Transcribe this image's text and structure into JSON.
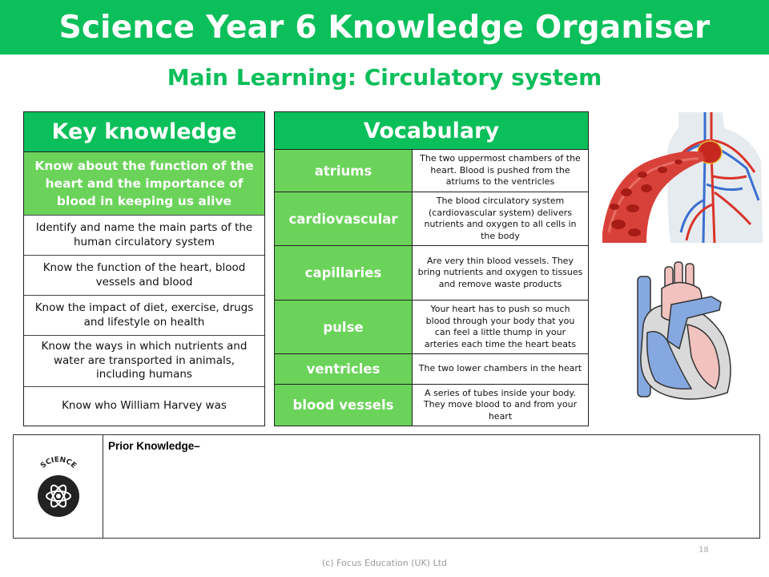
{
  "header": {
    "title": "Science Year 6 Knowledge Organiser",
    "subtitle": "Main Learning: Circulatory system"
  },
  "key_knowledge": {
    "title": "Key knowledge",
    "main_objective": "Know about the function of the heart and the importance of blood in keeping us alive",
    "items": [
      "Identify and name the main parts of the human circulatory system",
      "Know the function of the heart, blood vessels and blood",
      "Know the impact of diet, exercise, drugs and lifestyle on health",
      "Know the ways in which nutrients and water are transported in animals, including humans",
      "Know who William Harvey was"
    ]
  },
  "vocabulary": {
    "title": "Vocabulary",
    "terms": [
      {
        "term": "atriums",
        "definition": "The two uppermost chambers of the heart. Blood is pushed from the atriums to the ventricles"
      },
      {
        "term": "cardiovascular",
        "definition": "The blood circulatory system (cardiovascular system) delivers nutrients and oxygen to all cells in the body"
      },
      {
        "term": "capillaries",
        "definition": "Are very thin blood vessels. They bring nutrients and oxygen to tissues and remove waste products"
      },
      {
        "term": "pulse",
        "definition": "Your heart has to push so much blood through your body that you can feel a little thump in your arteries each time the heart beats"
      },
      {
        "term": "ventricles",
        "definition": "The two lower chambers in the heart"
      },
      {
        "term": "blood vessels",
        "definition": "A series of tubes inside your body. They move blood to and from your heart"
      }
    ]
  },
  "images": {
    "circulatory": "circulatory-system-illustration",
    "heart": "heart-cross-section-diagram"
  },
  "prior_knowledge": {
    "label": "Prior Knowledge–",
    "logo_text": "SCIENCE"
  },
  "footer": {
    "page_number": "18",
    "copyright": "(c) Focus Education (UK) Ltd"
  },
  "colors": {
    "banner_green": "#0bbf5a",
    "light_green": "#6bd35a",
    "artery_red": "#d9342b",
    "vein_blue": "#3a6fd0"
  }
}
